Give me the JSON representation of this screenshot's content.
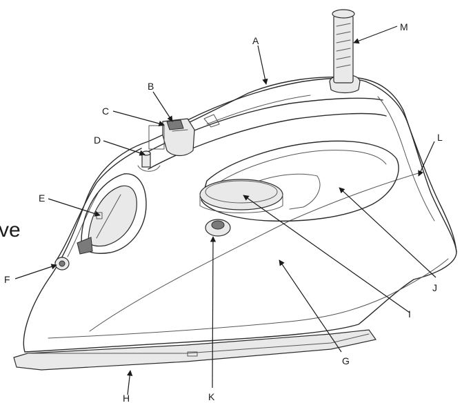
{
  "page_fragment": "ve",
  "callouts": {
    "A": "A",
    "B": "B",
    "C": "C",
    "D": "D",
    "E": "E",
    "F": "F",
    "G": "G",
    "H": "H",
    "I": "I",
    "J": "J",
    "K": "K",
    "L": "L",
    "M": "M"
  }
}
